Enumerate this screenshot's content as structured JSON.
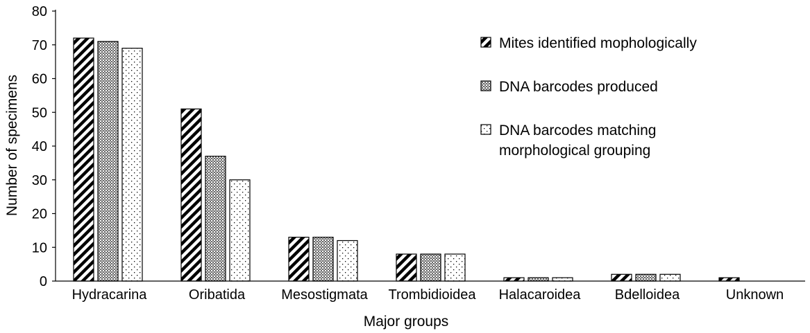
{
  "chart_data": {
    "type": "bar",
    "title": "",
    "xlabel": "Major groups",
    "ylabel": "Number of specimens",
    "ylim": [
      0,
      80
    ],
    "yticks": [
      0,
      10,
      20,
      30,
      40,
      50,
      60,
      70,
      80
    ],
    "grid": false,
    "legend_position": "top-right",
    "categories": [
      "Hydracarina",
      "Oribatida",
      "Mesostigmata",
      "Trombidioidea",
      "Halacaroidea",
      "Bdelloidea",
      "Unknown"
    ],
    "series": [
      {
        "name": "Mites identified mophologically",
        "pattern": "diagonal-hatch",
        "values": [
          72,
          51,
          13,
          8,
          1,
          2,
          1
        ]
      },
      {
        "name": "DNA barcodes produced",
        "pattern": "crosshatch",
        "values": [
          71,
          37,
          13,
          8,
          1,
          2,
          0
        ]
      },
      {
        "name": "DNA barcodes matching morphological grouping",
        "name_lines": [
          "DNA barcodes matching",
          "morphological grouping"
        ],
        "pattern": "dots",
        "values": [
          69,
          30,
          12,
          8,
          1,
          2,
          0
        ]
      }
    ],
    "colors": {
      "stroke": "#000000",
      "fill": "#ffffff"
    }
  }
}
